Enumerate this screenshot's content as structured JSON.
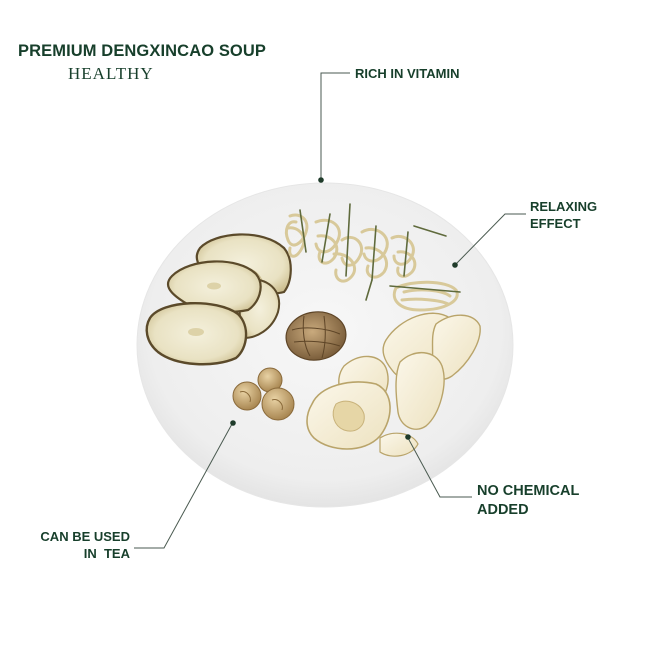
{
  "header": {
    "title": "PREMIUM DENGXINCAO SOUP",
    "subtitle": "HEALTHY"
  },
  "callouts": {
    "vitamin": {
      "line1": "RICH IN VITAMIN"
    },
    "relaxing": {
      "line1": "RELAXING",
      "line2": "EFFECT"
    },
    "chemical": {
      "line1": "NO CHEMICAL",
      "line2": "ADDED"
    },
    "tea": {
      "line1": "CAN BE USED",
      "line2": "IN  TEA"
    }
  },
  "colors": {
    "text": "#173f2b",
    "leader": "#4a5a50",
    "plate": "#f2f2f2"
  },
  "icons": {
    "plate": "plate-illustration",
    "ingredients": [
      "dried-pear-slices",
      "dengxincao-bundles",
      "dried-nutmeg",
      "dried-longan",
      "dried-apple-slices"
    ]
  }
}
